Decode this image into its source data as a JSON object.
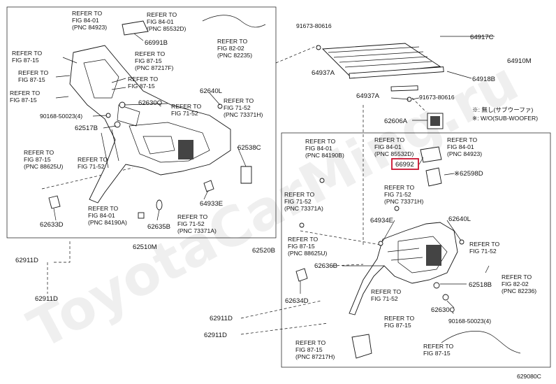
{
  "watermark": "ToyotaCarMing.ru",
  "drawing_code": "629080C",
  "highlight_color": "#c8102e",
  "highlighted_part": "66992",
  "groups": {
    "left": "62510M",
    "right": "62520B"
  },
  "part_numbers": {
    "p66991B": "66991B",
    "p62630Q_l": "62630Q",
    "p62640L_l": "62640L",
    "p62517B": "62517B",
    "p62538C": "62538C",
    "p64933E": "64933E",
    "p62633D": "62633D",
    "p62635B": "62635B",
    "p90168_l": "90168-50023(4)",
    "p62911D_a": "62911D",
    "p62911D_b": "62911D",
    "p62911D_c": "62911D",
    "p62911D_d": "62911D",
    "p91673_a": "91673-80616",
    "p91673_b": "91673-80616",
    "p64917C": "64917C",
    "p64910M": "64910M",
    "p64937A_a": "64937A",
    "p64937A_b": "64937A",
    "p64918B": "64918B",
    "p62606A": "62606A",
    "p62598D": "※62598D",
    "p64934E": "64934E",
    "p62640L_r": "62640L",
    "p62636B": "62636B",
    "p62518B": "62518B",
    "p62634D": "62634D",
    "p62630Q_r": "62630Q",
    "p90168_r": "90168-50023(4)"
  },
  "notes": {
    "n1": "※: 無し(サブウーファ)",
    "n2": "※: W/O(SUB-WOOFER)"
  },
  "refs": {
    "r1": [
      "REFER TO",
      "FIG 84-01",
      "(PNC 84923)"
    ],
    "r2": [
      "REFER TO",
      "FIG 84-01",
      "(PNC 85532D)"
    ],
    "r3": [
      "REFER TO",
      "FIG 82-02",
      "(PNC 82235)"
    ],
    "r4": [
      "REFER TO",
      "FIG 87-15"
    ],
    "r5": [
      "REFER TO",
      "FIG 87-15"
    ],
    "r6": [
      "REFER TO",
      "FIG 87-15",
      "(PNC 87217F)"
    ],
    "r7": [
      "REFER TO",
      "FIG 87-15"
    ],
    "r8": [
      "REFER TO",
      "FIG 87-15"
    ],
    "r9": [
      "REFER TO",
      "FIG 71-52"
    ],
    "r10": [
      "REFER TO",
      "FIG 71-52",
      "(PNC 73371H)"
    ],
    "r11": [
      "REFER TO",
      "FIG 87-15",
      "(PNC 88625U)"
    ],
    "r12": [
      "REFER TO",
      "FIG 71-52"
    ],
    "r13": [
      "REFER TO",
      "FIG 84-01",
      "(PNC 84190A)"
    ],
    "r14": [
      "REFER TO",
      "FIG 71-52",
      "(PNC 73371A)"
    ],
    "r15": [
      "REFER TO",
      "FIG 84-01",
      "(PNC 84190B)"
    ],
    "r16": [
      "REFER TO",
      "FIG 84-01",
      "(PNC 85532D)"
    ],
    "r17": [
      "REFER TO",
      "FIG 84-01",
      "(PNC 84923)"
    ],
    "r18": [
      "REFER TO",
      "FIG 71-52",
      "(PNC 73371A)"
    ],
    "r19": [
      "REFER TO",
      "FIG 71-52",
      "(PNC 73371H)"
    ],
    "r20": [
      "REFER TO",
      "FIG 87-15",
      "(PNC 88625U)"
    ],
    "r21": [
      "REFER TO",
      "FIG 71-52"
    ],
    "r22": [
      "REFER TO",
      "FIG 71-52"
    ],
    "r23": [
      "REFER TO",
      "FIG 82-02",
      "(PNC 82236)"
    ],
    "r24": [
      "REFER TO",
      "FIG 87-15"
    ],
    "r25": [
      "REFER TO",
      "FIG 87-15",
      "(PNC 87217H)"
    ],
    "r26": [
      "REFER TO",
      "FIG 87-15"
    ]
  }
}
